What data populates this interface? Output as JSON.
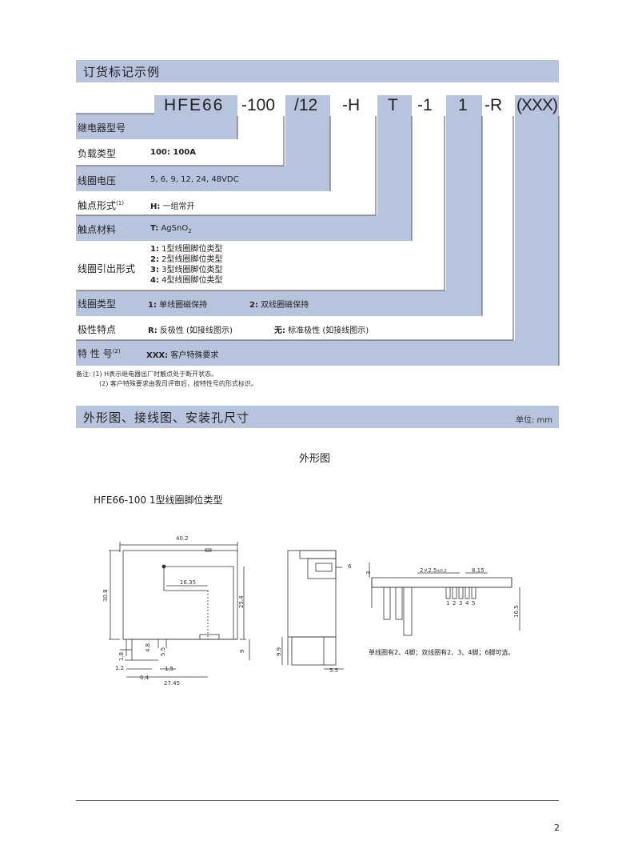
{
  "section1": {
    "title": "订货标记示例"
  },
  "code": {
    "parts": [
      "HFE66",
      "-100",
      "/12",
      "-H",
      "T",
      "-1",
      "1",
      "-R",
      "(XXX)"
    ]
  },
  "rows": [
    {
      "label": "继电器型号",
      "value": ""
    },
    {
      "label": "负载类型",
      "value_bold": "100: 100A",
      "value": ""
    },
    {
      "label": "线圈电压",
      "value": "5, 6, 9, 12, 24, 48VDC"
    },
    {
      "label": "触点形式",
      "sup": "(1)",
      "value_bold": "H:",
      "value": " 一组常开"
    },
    {
      "label": "触点材料",
      "value_bold": "T:",
      "value": " AgSnO",
      "sub": "2"
    },
    {
      "label": "线圈引出形式",
      "lines": [
        {
          "b": "1:",
          "t": " 1型线圈脚位类型"
        },
        {
          "b": "2:",
          "t": " 2型线圈脚位类型"
        },
        {
          "b": "3:",
          "t": " 3型线圈脚位类型"
        },
        {
          "b": "4:",
          "t": " 4型线圈脚位类型"
        }
      ]
    },
    {
      "label": "线圈类型",
      "a_b": "1:",
      "a_t": " 单线圈磁保持",
      "b_b": "2:",
      "b_t": " 双线圈磁保持"
    },
    {
      "label": "极性特点",
      "a_b": "R:",
      "a_t": " 反极性 (如接线图示)",
      "b_b": "无:",
      "b_t": " 标准极性 (如接线图示)"
    },
    {
      "label": "特 性 号",
      "sup": "(2)",
      "value_bold": "XXX:",
      "value": " 客户特殊要求"
    }
  ],
  "notes": [
    "备注: (1)  H表示继电器出厂时触点处于断开状态。",
    "(2)  客户特殊要求由我司评审后，按特性号的形式标识。"
  ],
  "section2": {
    "title": "外形图、接线图、安装孔尺寸",
    "unit": "单位: mm"
  },
  "figure": {
    "heading": "外形图",
    "subheading": "HFE66-100 1型线圈脚位类型",
    "dims": {
      "width": "40.2",
      "height": "30.8",
      "inner": "16.35",
      "h254": "25.4",
      "h9": "9",
      "d18": "1.8",
      "d48": "4.8",
      "d55": "5.5",
      "d12": "1.2",
      "d15": "1.5",
      "d64": "6.4",
      "d2745": "27.45",
      "side6": "6",
      "side99": "9.9",
      "side55": "5.5",
      "top3": "3",
      "pitch": "2×2.5",
      "tol": "±0.2",
      "d815": "8.15",
      "d165": "16.5",
      "pins": [
        "1",
        "2",
        "3",
        "4",
        "5"
      ]
    },
    "caption": "单线圈有2、4脚；双线圈有2、3、4脚；6脚可选。"
  },
  "page_number": "2"
}
